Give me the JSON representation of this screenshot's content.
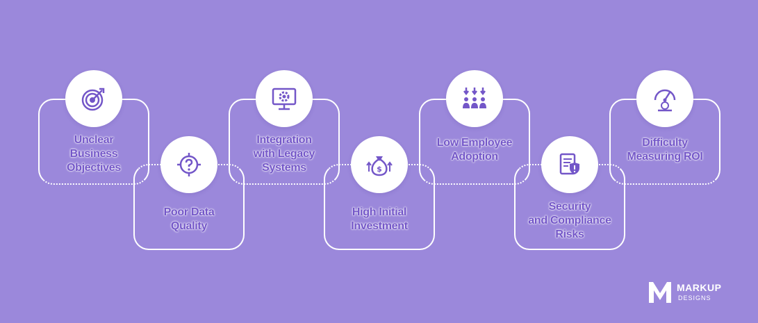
{
  "steps": [
    {
      "label_lines": [
        "Unclear",
        "Business",
        "Objectives"
      ],
      "icon": "target-icon"
    },
    {
      "label_lines": [
        "Poor Data",
        "Quality"
      ],
      "icon": "question-target-icon"
    },
    {
      "label_lines": [
        "Integration",
        "with Legacy",
        "Systems"
      ],
      "icon": "monitor-gear-icon"
    },
    {
      "label_lines": [
        "High Initial",
        "Investment"
      ],
      "icon": "money-bag-icon"
    },
    {
      "label_lines": [
        "Low Employee",
        "Adoption"
      ],
      "icon": "people-down-arrows-icon"
    },
    {
      "label_lines": [
        "Security",
        "and Compliance",
        "Risks"
      ],
      "icon": "document-shield-icon"
    },
    {
      "label_lines": [
        "Difficulty",
        "Measuring ROI"
      ],
      "icon": "gauge-coin-icon"
    }
  ],
  "brand": {
    "name": "MARKUP",
    "sub": "DESIGNS"
  },
  "colors": {
    "background": "#9b88db",
    "accent": "#7356c8",
    "line": "#ffffff"
  }
}
